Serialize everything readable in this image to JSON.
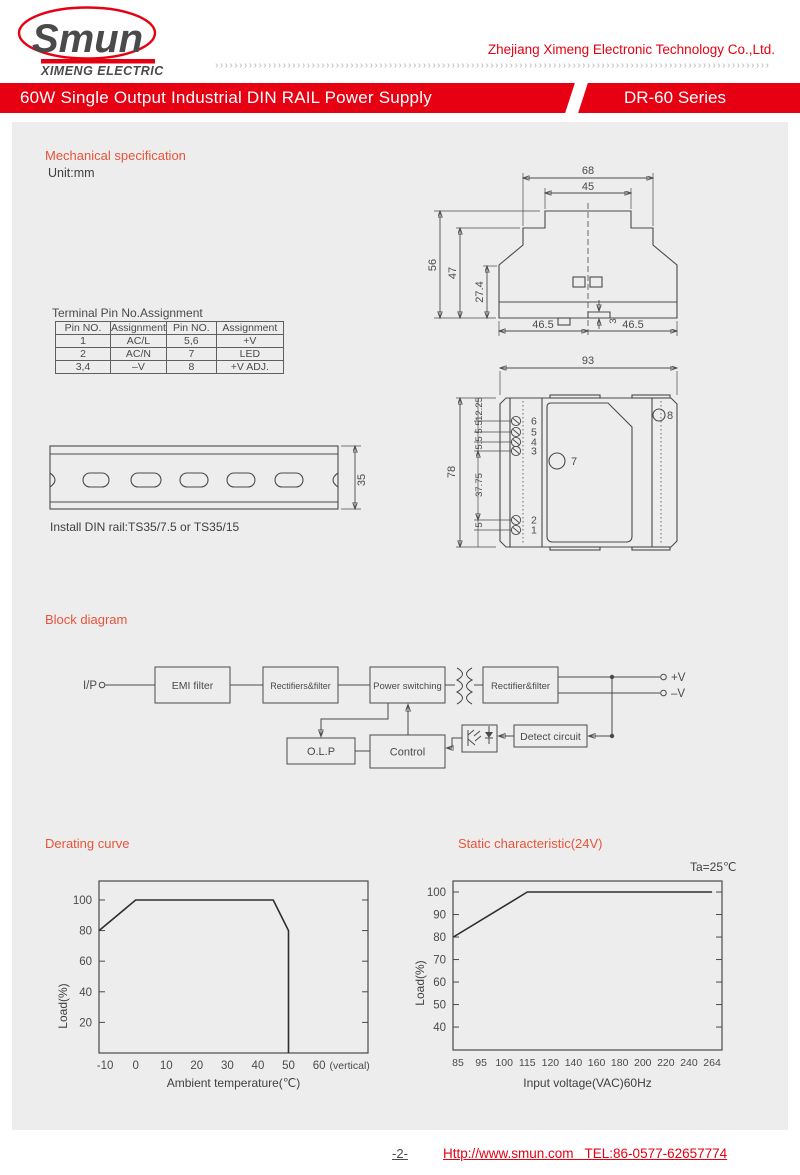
{
  "header": {
    "logo_text": "Smun",
    "logo_subtitle": "XIMENG ELECTRIC",
    "company": "Zhejiang Ximeng Electronic Technology Co.,Ltd.",
    "chevrons": {
      "char": "›",
      "count": 115
    },
    "banner_title": "60W Single Output Industrial DIN RAIL Power Supply",
    "banner_series": "DR-60 Series"
  },
  "mechanical": {
    "heading": "Mechanical specification",
    "unit": "Unit:mm",
    "pin_table": {
      "title": "Terminal Pin No.Assignment",
      "headers": [
        "Pin NO.",
        "Assignment",
        "Pin NO.",
        "Assignment"
      ],
      "rows": [
        [
          "1",
          "AC/L",
          "5,6",
          "+V"
        ],
        [
          "2",
          "AC/N",
          "7",
          "LED"
        ],
        [
          "3,4",
          "–V",
          "8",
          "+V ADJ."
        ]
      ]
    },
    "side_view": {
      "dim_top": "68",
      "dim_inner_top": "45",
      "dim_h_total": "56",
      "dim_h_mid": "47",
      "dim_h_body": "27.4",
      "dim_notch": "3",
      "dim_bottom_left": "46.5",
      "dim_bottom_right": "46.5"
    },
    "front_view": {
      "dim_width": "93",
      "dim_height": "78",
      "dim_seg1": "12.25",
      "dim_seg2": "5.5",
      "dim_seg3": "5.5",
      "dim_seg4": "37.75",
      "dim_seg5": "5",
      "pins": [
        "6",
        "5",
        "4",
        "3",
        "2",
        "1"
      ],
      "led": "7",
      "adj": "8"
    },
    "din_rail": {
      "dim_height": "35",
      "caption": "Install DIN rail:TS35/7.5 or TS35/15"
    }
  },
  "block_diagram": {
    "heading": "Block diagram",
    "input": "I/P",
    "emi": "EMI filter",
    "rectifiers": "Rectifiers&filter",
    "power_switching": "Power switching",
    "rectifier": "Rectifier&filter",
    "olp": "O.L.P",
    "control": "Control",
    "detect": "Detect circuit",
    "out_pos": "+V",
    "out_neg": "–V"
  },
  "chart_data": [
    {
      "type": "line",
      "title": "Derating curve",
      "xlabel": "Ambient temperature(℃)",
      "ylabel": "Load(%)",
      "x_tick_labels": [
        "-10",
        "0",
        "10",
        "20",
        "30",
        "40",
        "50",
        "60",
        "(vertical)"
      ],
      "y_tick_values": [
        20,
        40,
        60,
        80,
        100
      ],
      "xlim": [
        -10,
        60
      ],
      "ylim": [
        0,
        112
      ],
      "grid": false,
      "series": [
        {
          "name": "Load",
          "data_points": [
            [
              -10,
              80
            ],
            [
              0,
              100
            ],
            [
              45,
              100
            ],
            [
              50,
              80
            ],
            [
              50,
              0
            ]
          ],
          "points_idx": [
            [
              -0.2,
              80
            ],
            [
              1,
              100
            ],
            [
              5.5,
              100
            ],
            [
              6,
              80
            ],
            [
              6,
              0
            ]
          ]
        }
      ]
    },
    {
      "type": "line",
      "title": "Static characteristic(24V)",
      "annotation": "Ta=25℃",
      "xlabel": "Input voltage(VAC)60Hz",
      "ylabel": "Load(%)",
      "x_tick_labels": [
        "85",
        "95",
        "100",
        "115",
        "120",
        "140",
        "160",
        "180",
        "200",
        "220",
        "240",
        "264"
      ],
      "y_tick_values": [
        40,
        50,
        60,
        70,
        80,
        90,
        100
      ],
      "ylim": [
        30,
        105
      ],
      "grid": false,
      "series": [
        {
          "name": "Load",
          "data_points": [
            [
              85,
              80
            ],
            [
              115,
              100
            ],
            [
              264,
              100
            ]
          ],
          "points_idx": [
            [
              -0.2,
              80
            ],
            [
              3,
              100
            ],
            [
              11,
              100
            ]
          ]
        }
      ]
    }
  ],
  "footer": {
    "page": "-2-",
    "link": "Http://www.smun.com   TEL:86-0577-62657774"
  },
  "colors": {
    "brand_red": "#e60012",
    "heading_red": "#e8543a",
    "panel_bg": "#ededed",
    "line": "#4a4a4a"
  }
}
